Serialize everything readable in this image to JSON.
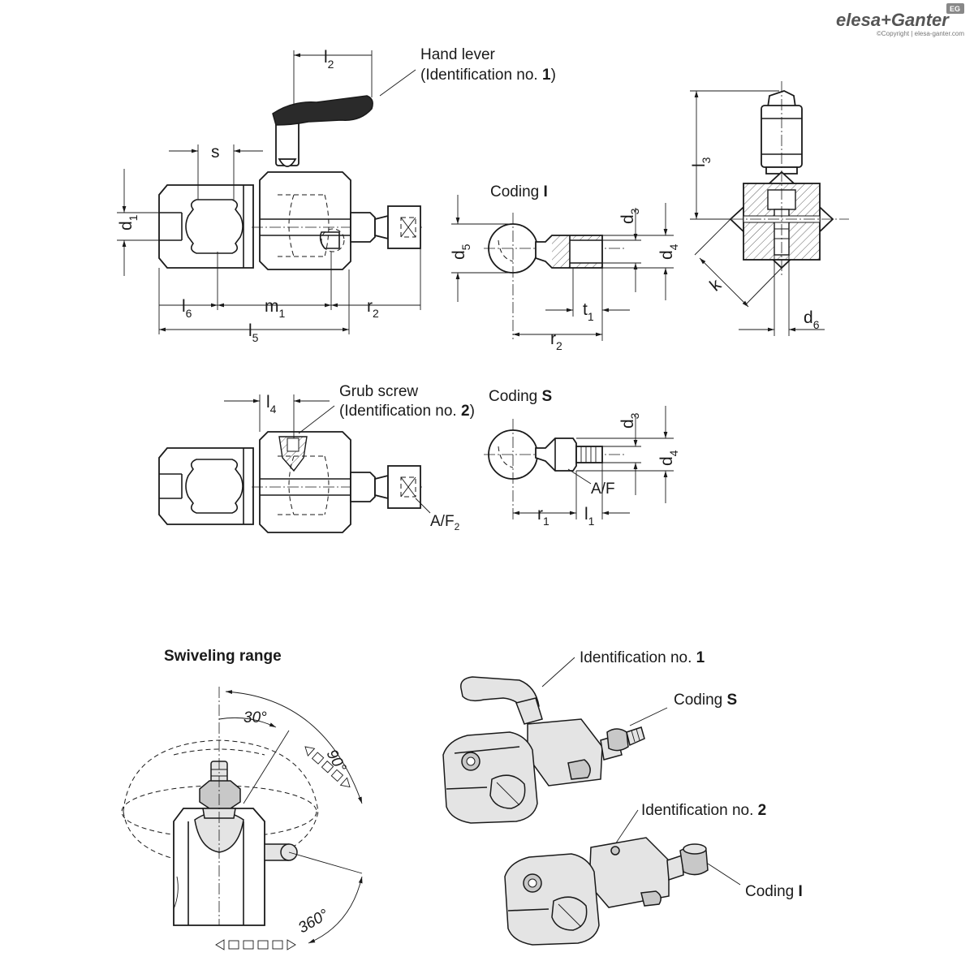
{
  "brand": {
    "name": "elesa+Ganter",
    "badge": "EG",
    "copyright": "©Copyright | elesa-ganter.com"
  },
  "labels": {
    "hand_lever_line1": "Hand lever",
    "hand_lever_line2_prefix": "(Identification no. ",
    "hand_lever_line2_num": "1",
    "hand_lever_line2_suffix": ")",
    "grub_screw_line1": "Grub screw",
    "grub_screw_line2_prefix": "(Identification no. ",
    "grub_screw_line2_num": "2",
    "grub_screw_line2_suffix": ")",
    "coding_prefix": "Coding ",
    "coding_i": "I",
    "coding_s": "S",
    "af": "A/F",
    "af2_main": "A/F",
    "af2_sub": "2",
    "swiveling_range": "Swiveling range",
    "ident_prefix": "Identification no. ",
    "ident_1": "1",
    "ident_2": "2"
  },
  "dimensions": {
    "l2": {
      "main": "l",
      "sub": "2"
    },
    "s": {
      "main": "s"
    },
    "d1": {
      "main": "d",
      "sub": "1"
    },
    "l6": {
      "main": "l",
      "sub": "6"
    },
    "m1": {
      "main": "m",
      "sub": "1"
    },
    "r2": {
      "main": "r",
      "sub": "2"
    },
    "l5": {
      "main": "l",
      "sub": "5"
    },
    "d3": {
      "main": "d",
      "sub": "3"
    },
    "d4": {
      "main": "d",
      "sub": "4"
    },
    "d5": {
      "main": "d",
      "sub": "5"
    },
    "t1": {
      "main": "t",
      "sub": "1"
    },
    "l3": {
      "main": "l",
      "sub": "3"
    },
    "k": {
      "main": "k"
    },
    "d6": {
      "main": "d",
      "sub": "6"
    },
    "l4": {
      "main": "l",
      "sub": "4"
    },
    "r1": {
      "main": "r",
      "sub": "1"
    },
    "l1": {
      "main": "l",
      "sub": "1"
    }
  },
  "angles": {
    "a30": "30°",
    "a90": "90°",
    "a360": "360°"
  },
  "colors": {
    "line": "#1a1a1a",
    "metal_light": "#e4e4e4",
    "metal_mid": "#c8c8c8",
    "lever_dark": "#2a2a2a",
    "background": "#ffffff"
  }
}
